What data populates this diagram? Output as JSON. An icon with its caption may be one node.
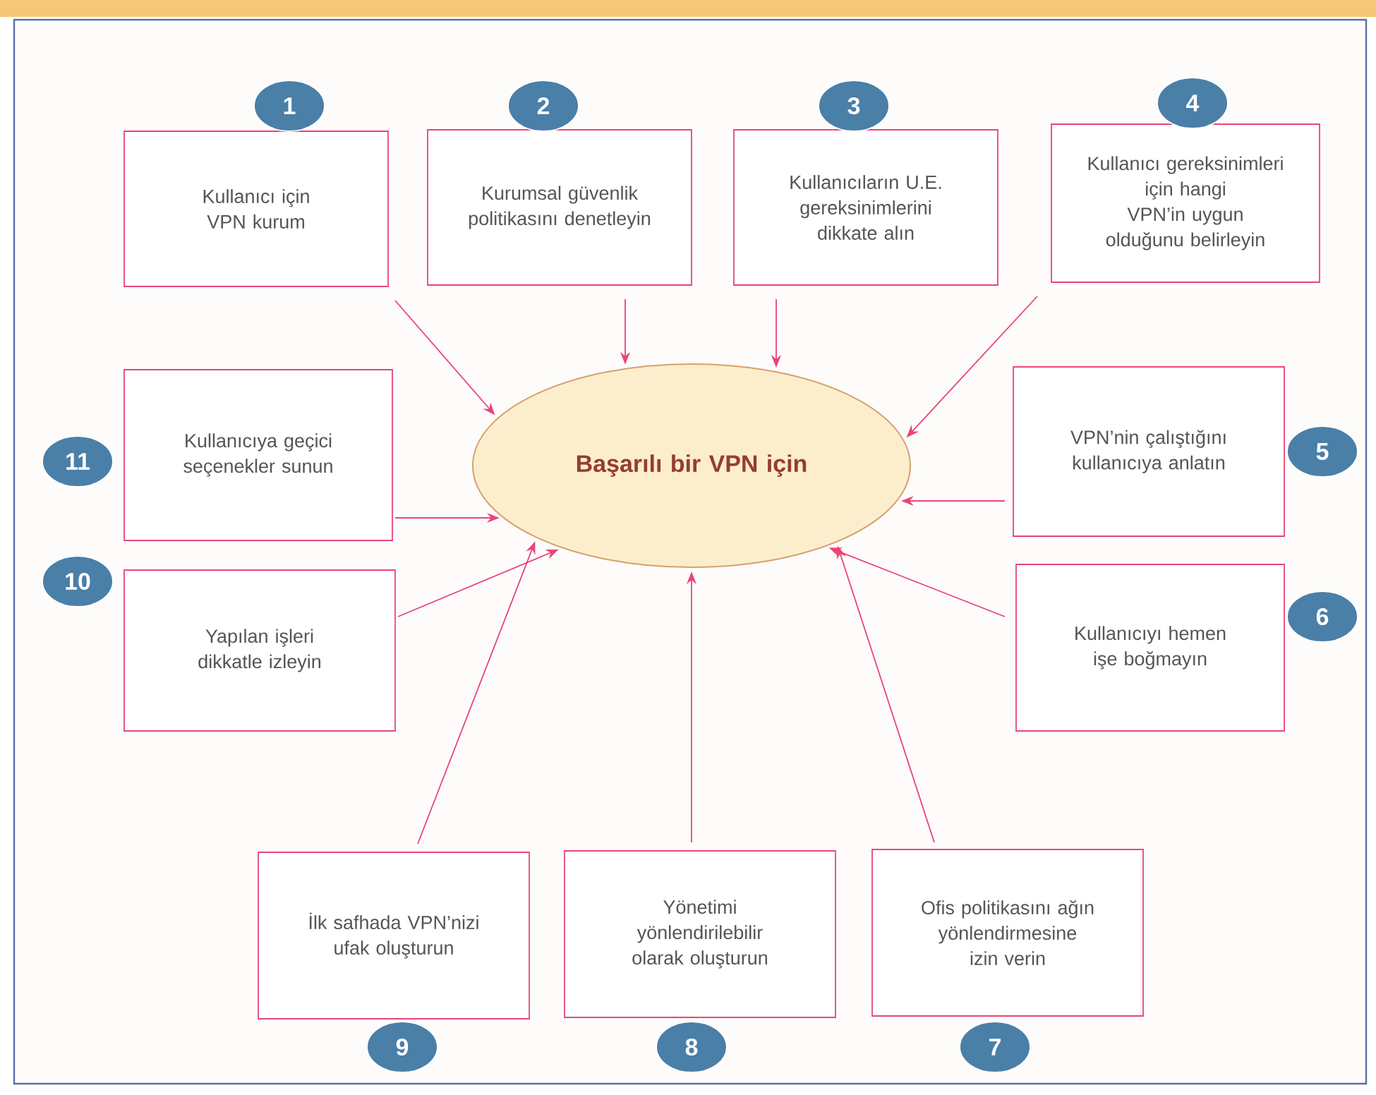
{
  "diagram": {
    "nodes": [
      {
        "text": [
          "Kullanıcı için VPN kurum"
        ],
        "beside": [
          "1"
        ]
      },
      {
        "text": [
          "Kurumsal güvenlik politikasını denetleyin"
        ],
        "beside": [
          "2"
        ]
      },
      {
        "text": [
          "Kullanıcıların U.E. gereksinimlerini dikkate alın"
        ],
        "beside": [
          "3"
        ]
      },
      {
        "text": [
          "Kullanıcı gereksinimleri için hangi VPN’in uygun olduğunu belirleyin"
        ],
        "beside": [
          "4"
        ]
      },
      {
        "text": [
          "Kullanıcıya geçici seçenekler sunun"
        ],
        "beside": [
          "11"
        ]
      },
      {
        "text": [
          "VPN’nin çalıştığını kullanıcıya anlatın"
        ],
        "beside": [
          "5"
        ]
      },
      {
        "text": [
          "Başarılı bir VPN için"
        ]
      },
      {
        "text": [
          "Yapılan işleri dikkatle izleyin"
        ],
        "beside": [
          "10"
        ]
      },
      {
        "text": [
          "Kullanıcıyı hemen işe boğmayın"
        ],
        "beside": [
          "6"
        ]
      },
      {
        "text": [
          "İlk safhada VPN’nizi ufak oluşturun"
        ],
        "beside": [
          "9"
        ]
      },
      {
        "text": [
          "Yönetimi yönlendirilebilir olarak oluşturun"
        ],
        "beside": [
          "8"
        ]
      },
      {
        "text": [
          "Ofis politikasını ağın yönlendirmesine izin verin"
        ],
        "beside": [
          "7"
        ]
      }
    ],
    "edges": [
      {
        "from": 0,
        "to": 6,
        "arrow": "to"
      },
      {
        "from": 1,
        "to": 6,
        "arrow": "to"
      },
      {
        "from": 2,
        "to": 6,
        "arrow": "to"
      },
      {
        "from": 3,
        "to": 6,
        "arrow": "to"
      },
      {
        "from": 4,
        "to": 6,
        "arrow": "to"
      },
      {
        "from": 5,
        "to": 6,
        "arrow": "to"
      },
      {
        "from": 7,
        "to": 6,
        "arrow": "to"
      },
      {
        "from": 8,
        "to": 6,
        "arrow": "to"
      },
      {
        "from": 9,
        "to": 6,
        "arrow": "to"
      },
      {
        "from": 10,
        "to": 6,
        "arrow": "to"
      },
      {
        "from": 11,
        "to": 6,
        "arrow": "to"
      }
    ]
  }
}
